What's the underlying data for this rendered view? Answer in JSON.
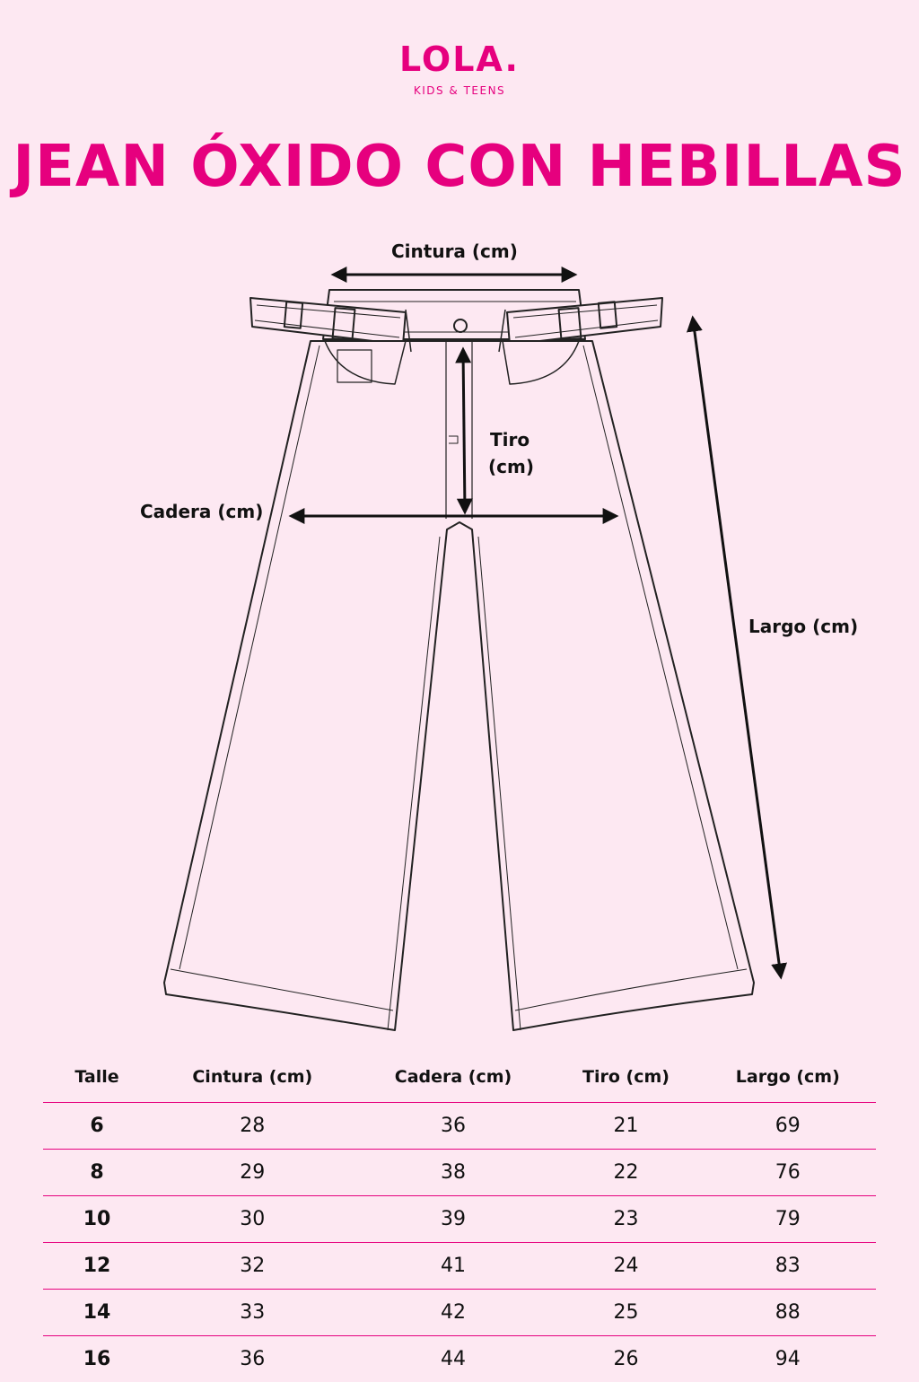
{
  "brand": {
    "name": "LOLA.",
    "tagline": "KIDS & TEENS"
  },
  "title": "JEAN ÓXIDO CON HEBILLAS",
  "diagram_labels": {
    "cintura": "Cintura (cm)",
    "tiro_line1": "Tiro",
    "tiro_line2": "(cm)",
    "cadera": "Cadera (cm)",
    "largo": "Largo (cm)"
  },
  "colors": {
    "accent": "#e6007e",
    "background": "#fde8f2"
  },
  "table": {
    "headers": [
      "Talle",
      "Cintura (cm)",
      "Cadera (cm)",
      "Tiro (cm)",
      "Largo (cm)"
    ],
    "rows": [
      [
        "6",
        "28",
        "36",
        "21",
        "69"
      ],
      [
        "8",
        "29",
        "38",
        "22",
        "76"
      ],
      [
        "10",
        "30",
        "39",
        "23",
        "79"
      ],
      [
        "12",
        "32",
        "41",
        "24",
        "83"
      ],
      [
        "14",
        "33",
        "42",
        "25",
        "88"
      ],
      [
        "16",
        "36",
        "44",
        "26",
        "94"
      ]
    ]
  }
}
